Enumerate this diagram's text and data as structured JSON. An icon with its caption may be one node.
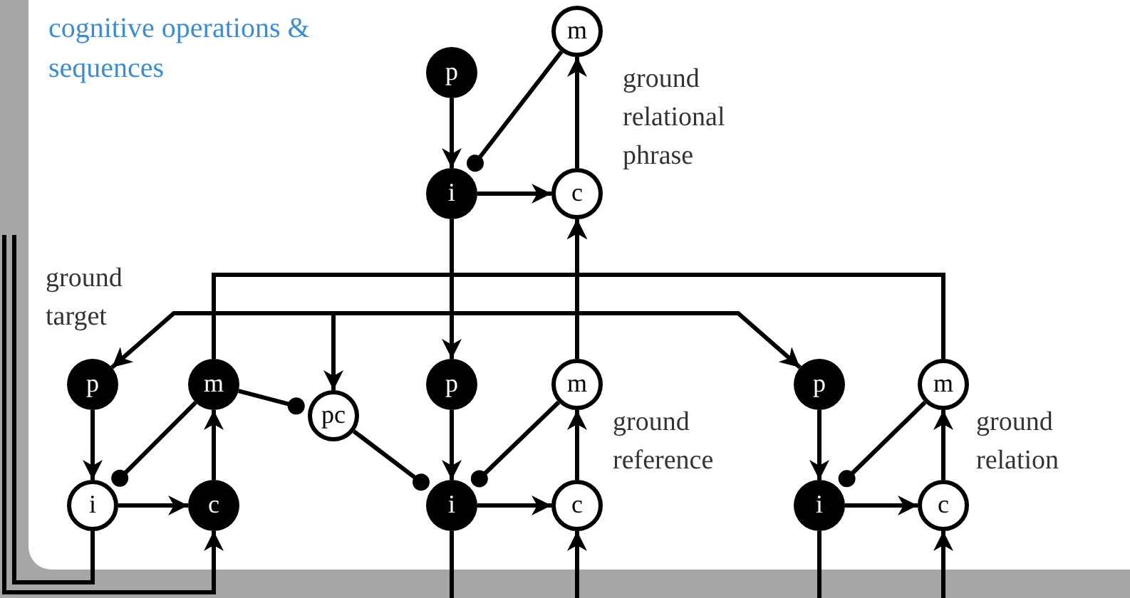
{
  "diagram": {
    "title": "cognitive operations & sequences",
    "nodes": [
      {
        "text": [
          "p"
        ]
      },
      {
        "text": [
          "m"
        ]
      },
      {
        "text": [
          "i"
        ]
      },
      {
        "text": [
          "c"
        ]
      },
      {
        "text": [
          "p"
        ]
      },
      {
        "text": [
          "m"
        ]
      },
      {
        "text": [
          "pc"
        ]
      },
      {
        "text": [
          "p"
        ]
      },
      {
        "text": [
          "m"
        ]
      },
      {
        "text": [
          "p"
        ]
      },
      {
        "text": [
          "m"
        ]
      },
      {
        "text": [
          "i"
        ]
      },
      {
        "text": [
          "c"
        ]
      },
      {
        "text": [
          "i"
        ]
      },
      {
        "text": [
          "c"
        ]
      },
      {
        "text": [
          "i"
        ]
      },
      {
        "text": [
          "c"
        ]
      }
    ],
    "edges": [
      {
        "from": 0,
        "to": 2,
        "arrow": "to"
      },
      {
        "from": 1,
        "to": 2,
        "arrow": "other"
      },
      {
        "from": 2,
        "to": 3,
        "arrow": "to"
      },
      {
        "from": 3,
        "to": 1,
        "arrow": "to"
      },
      {
        "from": 2,
        "to": 4,
        "arrow": "to"
      },
      {
        "from": 2,
        "to": 6,
        "arrow": "to"
      },
      {
        "from": 2,
        "to": 7,
        "arrow": "to"
      },
      {
        "from": 2,
        "to": 9,
        "arrow": "to"
      },
      {
        "from": 5,
        "to": 3,
        "arrow": "to"
      },
      {
        "from": 8,
        "to": 3,
        "arrow": "to"
      },
      {
        "from": 10,
        "to": 3,
        "arrow": "to"
      },
      {
        "from": 4,
        "to": 11,
        "arrow": "to"
      },
      {
        "from": 5,
        "to": 11,
        "arrow": "other"
      },
      {
        "from": 11,
        "to": 12,
        "arrow": "to"
      },
      {
        "from": 12,
        "to": 5,
        "arrow": "to"
      },
      {
        "from": 5,
        "to": 6,
        "arrow": "other"
      },
      {
        "from": 6,
        "to": 13,
        "arrow": "other"
      },
      {
        "from": 7,
        "to": 13,
        "arrow": "to"
      },
      {
        "from": 8,
        "to": 13,
        "arrow": "other"
      },
      {
        "from": 13,
        "to": 14,
        "arrow": "to"
      },
      {
        "from": 14,
        "to": 8,
        "arrow": "to"
      },
      {
        "from": 9,
        "to": 15,
        "arrow": "to"
      },
      {
        "from": 10,
        "to": 15,
        "arrow": "other"
      },
      {
        "from": 15,
        "to": 16,
        "arrow": "to"
      },
      {
        "from": 16,
        "to": 10,
        "arrow": "to"
      },
      {
        "from": 11,
        "to": null,
        "arrow": "none"
      },
      {
        "from": null,
        "to": 12,
        "arrow": "to"
      },
      {
        "from": 13,
        "to": null,
        "arrow": "none"
      },
      {
        "from": null,
        "to": 14,
        "arrow": "to"
      },
      {
        "from": 15,
        "to": null,
        "arrow": "none"
      },
      {
        "from": null,
        "to": 16,
        "arrow": "to"
      }
    ],
    "labels": [
      "ground relational phrase",
      "ground target",
      "ground reference",
      "ground relation"
    ]
  }
}
